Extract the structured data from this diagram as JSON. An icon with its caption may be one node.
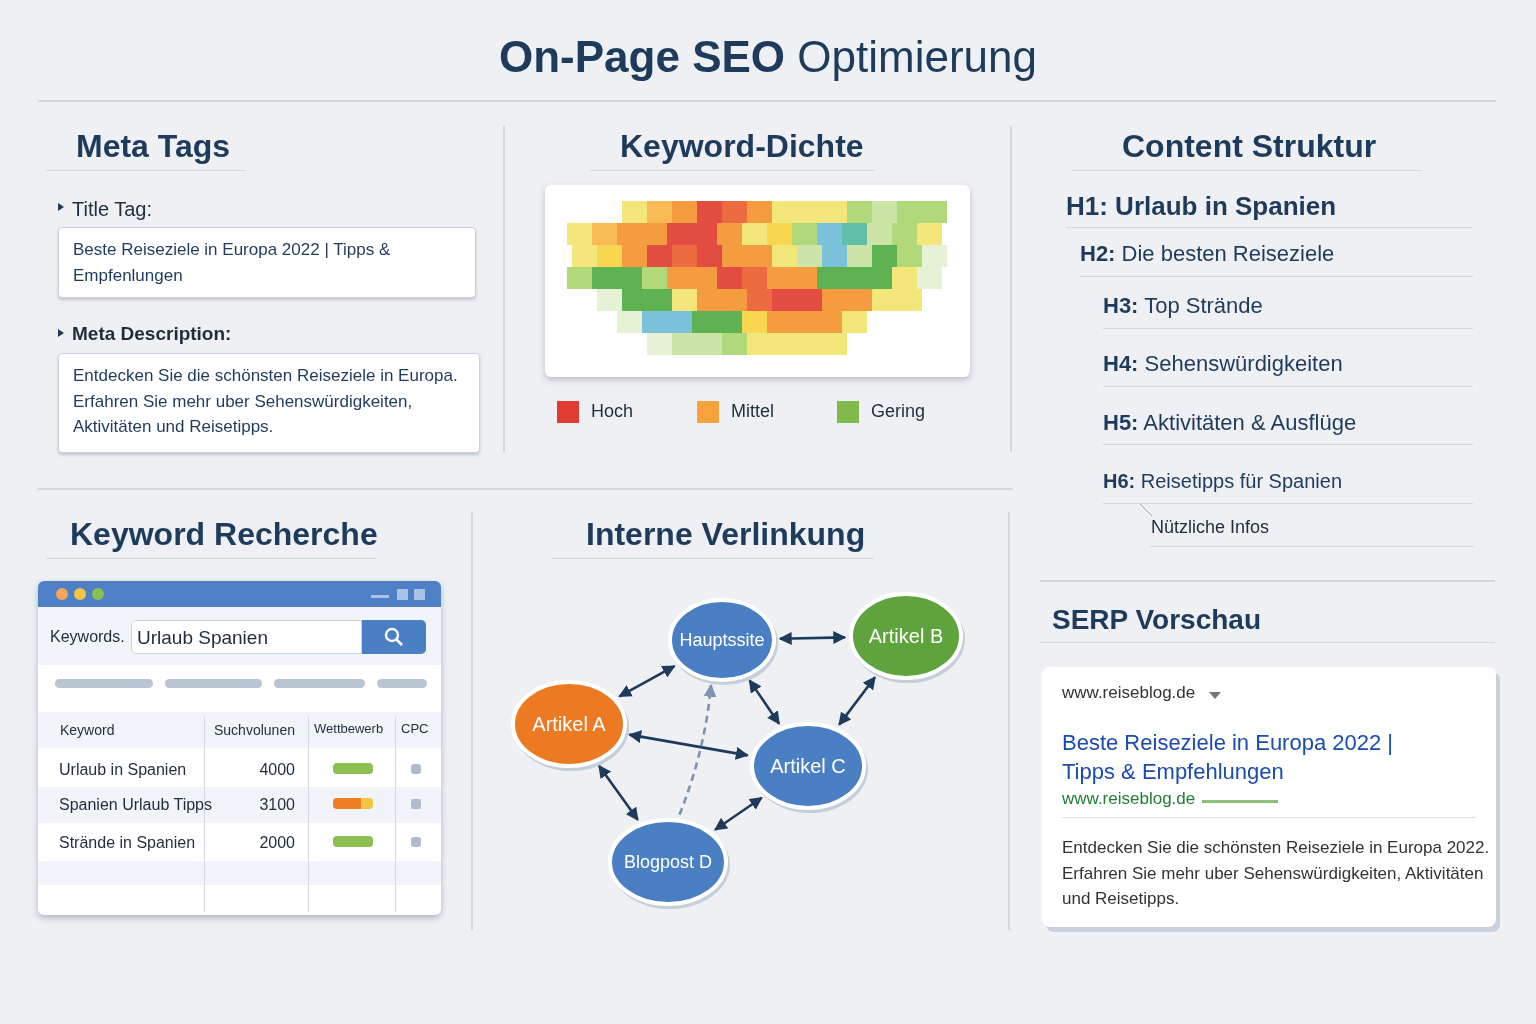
{
  "diagram": {
    "title": "**On-Page SEO** Optimierung",
    "nodes": [
      {
        "text": [
          "Beste Reiseziele in Europa 2022 | Tipps & Empfenlungen"
        ]
      },
      {
        "text": [
          "Entdecken Sie die schönsten Reiseziele in Europa. Erfahren Sie mehr uber Sehenswürdigkeiten, Aktivitäten und Reisetipps."
        ]
      },
      {
        "text": [
          "Hauptssite"
        ]
      },
      {
        "text": [
          "Artikel B"
        ]
      },
      {
        "text": [
          "Artikel A"
        ]
      },
      {
        "text": [
          "Artikel C"
        ]
      },
      {
        "text": [
          "Blogpost D"
        ]
      },
      {
        "text": [
          "www.reiseblog.de",
          "Beste Reiseziele in Europa 2022 | Tipps & Empfehlungen",
          "www.reiseblog.de",
          "Entdecken Sie die schönsten Reiseziele in Europa 2022. Erfahren Sie mehr uber Sehenswürdigkeiten, Aktivitäten und Reisetipps."
        ]
      }
    ],
    "edges": [
      {
        "from": 2,
        "to": 3,
        "arrow": "both"
      },
      {
        "from": 2,
        "to": 4,
        "arrow": "both"
      },
      {
        "from": 2,
        "to": 5,
        "arrow": "both"
      },
      {
        "from": 3,
        "to": 5,
        "arrow": "both"
      },
      {
        "from": 4,
        "to": 5,
        "arrow": "both"
      },
      {
        "from": 4,
        "to": 6,
        "arrow": "both"
      },
      {
        "from": 6,
        "to": 5,
        "arrow": "both"
      },
      {
        "from": 6,
        "to": 2,
        "arrow": "to",
        "style": "dashed",
        "color": "#7f93b0"
      }
    ],
    "labels": [
      "Meta Tags",
      "Title Tag:",
      "Meta Description:",
      "Keyword-Dichte",
      "Content Struktur",
      "H1: Urlaub in Spanien",
      "**H2:** Die besten Reiseziele",
      "**H3:** Top Strände",
      "**H4:** Sehenswürdigkeiten",
      "**H5:** Aktivitäten & Ausflüge",
      "**H6:** Reisetipps für Spanien",
      "Nützliche Infos",
      "Keyword Recherche",
      "Interne Verlinkung",
      "SERP Vorschau",
      "Keywords.",
      "Urlaub Spanien",
      "Keyword",
      "Suchvolunen",
      "Wettbewerb",
      "CPC",
      "Urlaub in Spanien",
      "4000",
      "Spanien Urlaub Tipps",
      "3100",
      "Strände in Spanien",
      "2000"
    ],
    "legend": [
      {
        "text": "Hoch",
        "color": "#e03c31"
      },
      {
        "text": "Mittel",
        "color": "#f7a23b"
      },
      {
        "text": "Gering",
        "color": "#7fba4a"
      }
    ]
  }
}
